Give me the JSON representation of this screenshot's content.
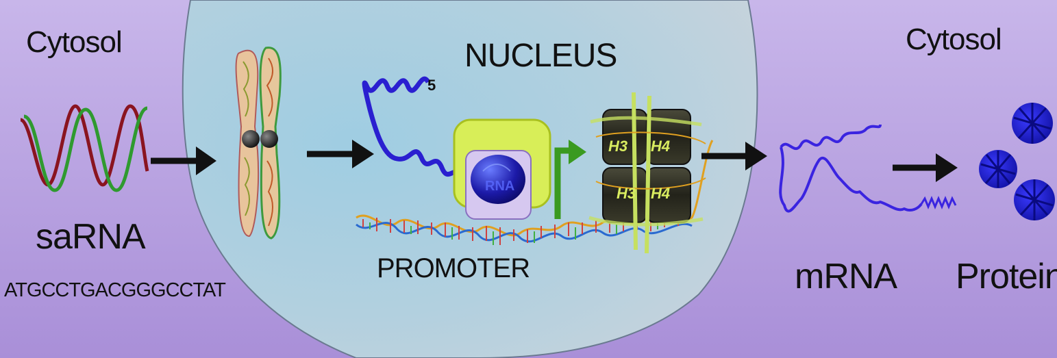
{
  "labels": {
    "cytosol_left": "Cytosol",
    "cytosol_right": "Cytosol",
    "nucleus": "NUCLEUS",
    "sarna": "saRNA",
    "sequence": "ATGCCTGACGGGCCTAT",
    "promoter": "PROMOTER",
    "mrna": "mRNA",
    "proteins": "Proteins",
    "five_prime": "5",
    "h3_top": "H3",
    "h4_top": "H4",
    "h3_bottom": "H3",
    "h4_bottom": "H4"
  },
  "colors": {
    "background": "#b9a6e0",
    "nucleus_fill": "#a9cde0",
    "rna_blue": "#2a1fd0",
    "strand_red": "#8a1420",
    "strand_green": "#2f9a2f",
    "promoter_box": "#d8ee58",
    "arrow_green": "#3a9a20",
    "arrow_black": "#111111"
  }
}
